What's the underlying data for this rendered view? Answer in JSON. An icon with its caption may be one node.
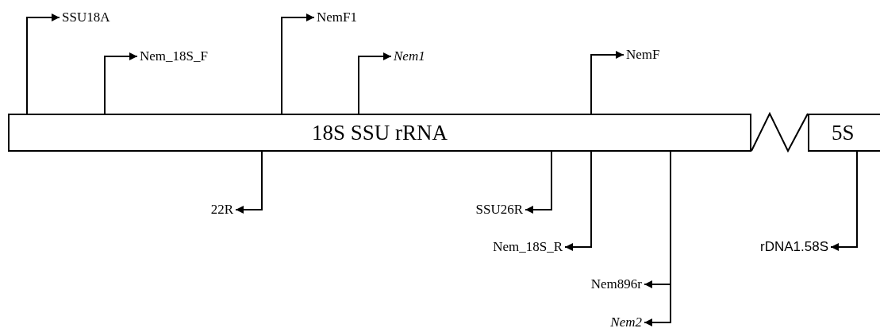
{
  "diagram": {
    "nodes": [
      {
        "text": [
          "18S SSU rRNA"
        ]
      },
      {
        "text": [
          "5S"
        ]
      },
      {
        "text": [
          "SSU18A"
        ]
      },
      {
        "text": [
          "Nem_18S_F"
        ]
      },
      {
        "text": [
          "NemF1"
        ]
      },
      {
        "text": [
          "Nem1"
        ]
      },
      {
        "text": [
          "NemF"
        ]
      },
      {
        "text": [
          "22R"
        ]
      },
      {
        "text": [
          "SSU26R"
        ]
      },
      {
        "text": [
          "Nem_18S_R"
        ]
      },
      {
        "text": [
          "Nem896r"
        ]
      },
      {
        "text": [
          "Nem2"
        ]
      },
      {
        "text": [
          "rDNA1.58S"
        ]
      }
    ],
    "edges": [
      {
        "from": 0,
        "to": 2,
        "arrow": "to"
      },
      {
        "from": 0,
        "to": 3,
        "arrow": "to"
      },
      {
        "from": 0,
        "to": 4,
        "arrow": "to"
      },
      {
        "from": 0,
        "to": 5,
        "arrow": "to"
      },
      {
        "from": 0,
        "to": 6,
        "arrow": "to"
      },
      {
        "from": 0,
        "to": 7,
        "arrow": "to"
      },
      {
        "from": 0,
        "to": 8,
        "arrow": "to"
      },
      {
        "from": 0,
        "to": 9,
        "arrow": "to"
      },
      {
        "from": 0,
        "to": 10,
        "arrow": "to"
      },
      {
        "from": 0,
        "to": 11,
        "arrow": "to"
      },
      {
        "from": 1,
        "to": 12,
        "arrow": "to"
      }
    ]
  }
}
